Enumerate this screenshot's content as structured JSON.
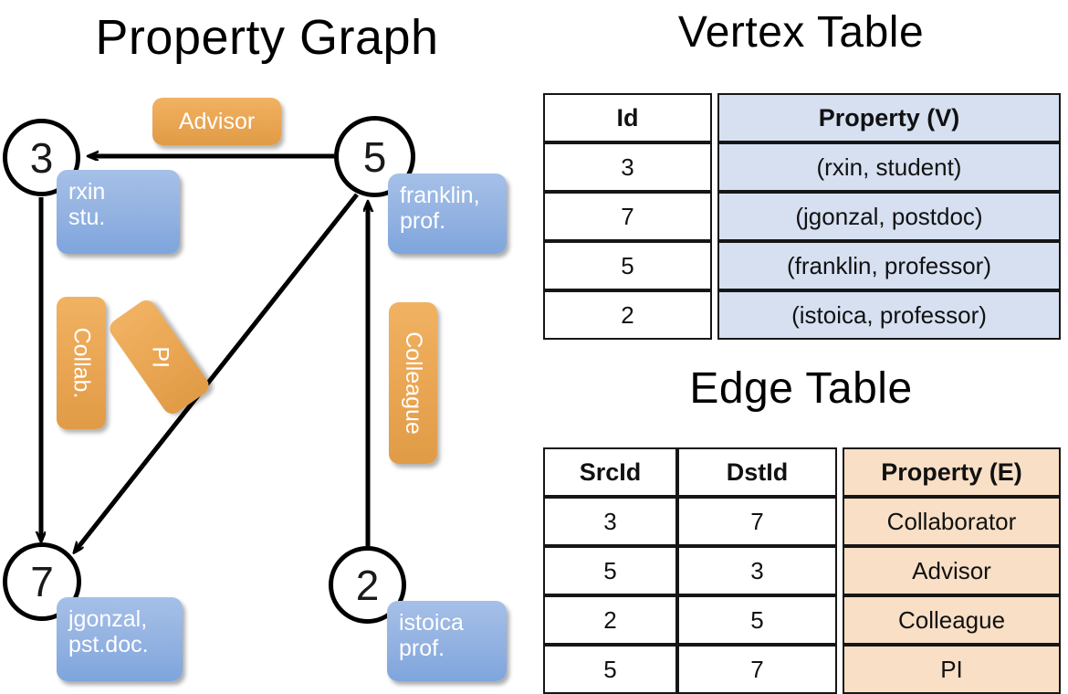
{
  "titles": {
    "property_graph": "Property Graph",
    "vertex_table": "Vertex Table",
    "edge_table": "Edge Table"
  },
  "graph": {
    "nodes": [
      {
        "id": "3",
        "property": "rxin\nstu."
      },
      {
        "id": "5",
        "property": "franklin,\nprof."
      },
      {
        "id": "7",
        "property": "jgonzal,\npst.doc."
      },
      {
        "id": "2",
        "property": "istoica\nprof."
      }
    ],
    "node_labels": {
      "n3": "3",
      "n5": "5",
      "n7": "7",
      "n2": "2"
    },
    "properties": {
      "p3_line1": "rxin",
      "p3_line2": "stu.",
      "p5_line1": "franklin,",
      "p5_line2": "prof.",
      "p7_line1": "jgonzal,",
      "p7_line2": "pst.doc.",
      "p2_line1": "istoica",
      "p2_line2": "prof."
    },
    "edge_labels": {
      "advisor": "Advisor",
      "collab": "Collab.",
      "pi": "PI",
      "colleague": "Colleague"
    },
    "edges": [
      {
        "from": "5",
        "to": "3",
        "label": "Advisor"
      },
      {
        "from": "3",
        "to": "7",
        "label": "Collab."
      },
      {
        "from": "5",
        "to": "7",
        "label": "PI"
      },
      {
        "from": "2",
        "to": "5",
        "label": "Colleague"
      }
    ]
  },
  "vertex_table": {
    "headers": {
      "id": "Id",
      "property": "Property (V)"
    },
    "rows": [
      {
        "id": "3",
        "property": "(rxin, student)"
      },
      {
        "id": "7",
        "property": "(jgonzal, postdoc)"
      },
      {
        "id": "5",
        "property": "(franklin, professor)"
      },
      {
        "id": "2",
        "property": "(istoica, professor)"
      }
    ]
  },
  "edge_table": {
    "headers": {
      "src": "SrcId",
      "dst": "DstId",
      "property": "Property (E)"
    },
    "rows": [
      {
        "src": "3",
        "dst": "7",
        "property": "Collaborator"
      },
      {
        "src": "5",
        "dst": "3",
        "property": "Advisor"
      },
      {
        "src": "2",
        "dst": "5",
        "property": "Colleague"
      },
      {
        "src": "5",
        "dst": "7",
        "property": "PI"
      }
    ]
  },
  "colors": {
    "vertex_fill": "#d6e0f1",
    "edge_fill": "#f8dfc5",
    "node_box_blue": "#96b4e2",
    "edge_label_orange": "#eaa653",
    "stroke": "#000000"
  }
}
